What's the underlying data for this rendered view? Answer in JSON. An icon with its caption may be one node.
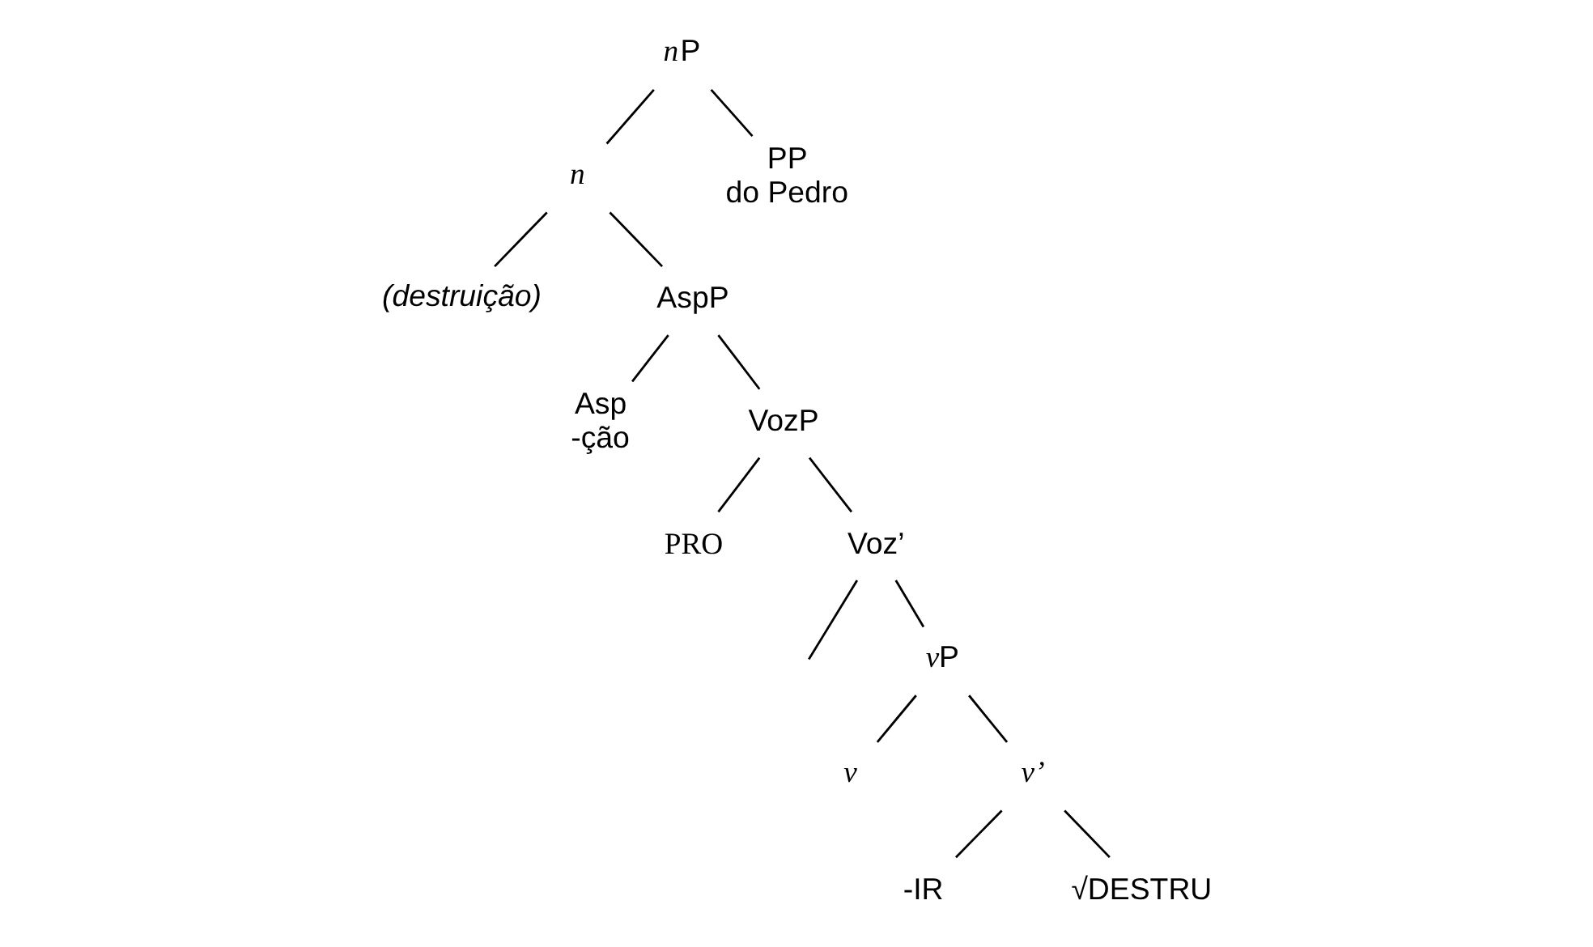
{
  "diagram": {
    "nodes": [
      {
        "text": [
          "nP"
        ]
      },
      {
        "text": [
          "n"
        ]
      },
      {
        "text": [
          "PP",
          "do Pedro"
        ]
      },
      {
        "text": [
          "(destruição)"
        ]
      },
      {
        "text": [
          "AspP"
        ]
      },
      {
        "text": [
          "Asp",
          "-ção"
        ]
      },
      {
        "text": [
          "VozP"
        ]
      },
      {
        "text": [
          "PRO"
        ]
      },
      {
        "text": [
          "Voz’"
        ]
      },
      {
        "text": [
          "vP"
        ]
      },
      {
        "text": [
          "v"
        ]
      },
      {
        "text": [
          "v’"
        ]
      },
      {
        "text": [
          "-IR"
        ]
      },
      {
        "text": [
          "√DESTRU"
        ]
      }
    ],
    "edges": [
      {
        "from": 0,
        "to": 1,
        "arrow": "none"
      },
      {
        "from": 0,
        "to": 2,
        "arrow": "none"
      },
      {
        "from": 1,
        "to": 3,
        "arrow": "none"
      },
      {
        "from": 1,
        "to": 4,
        "arrow": "none"
      },
      {
        "from": 4,
        "to": 5,
        "arrow": "none"
      },
      {
        "from": 4,
        "to": 6,
        "arrow": "none"
      },
      {
        "from": 6,
        "to": 7,
        "arrow": "none"
      },
      {
        "from": 6,
        "to": 8,
        "arrow": "none"
      },
      {
        "from": 8,
        "to": null,
        "arrow": "none"
      },
      {
        "from": 8,
        "to": 9,
        "arrow": "none"
      },
      {
        "from": 9,
        "to": 10,
        "arrow": "none"
      },
      {
        "from": 9,
        "to": 11,
        "arrow": "none"
      },
      {
        "from": 11,
        "to": 12,
        "arrow": "none"
      },
      {
        "from": 11,
        "to": 13,
        "arrow": "none"
      }
    ]
  }
}
